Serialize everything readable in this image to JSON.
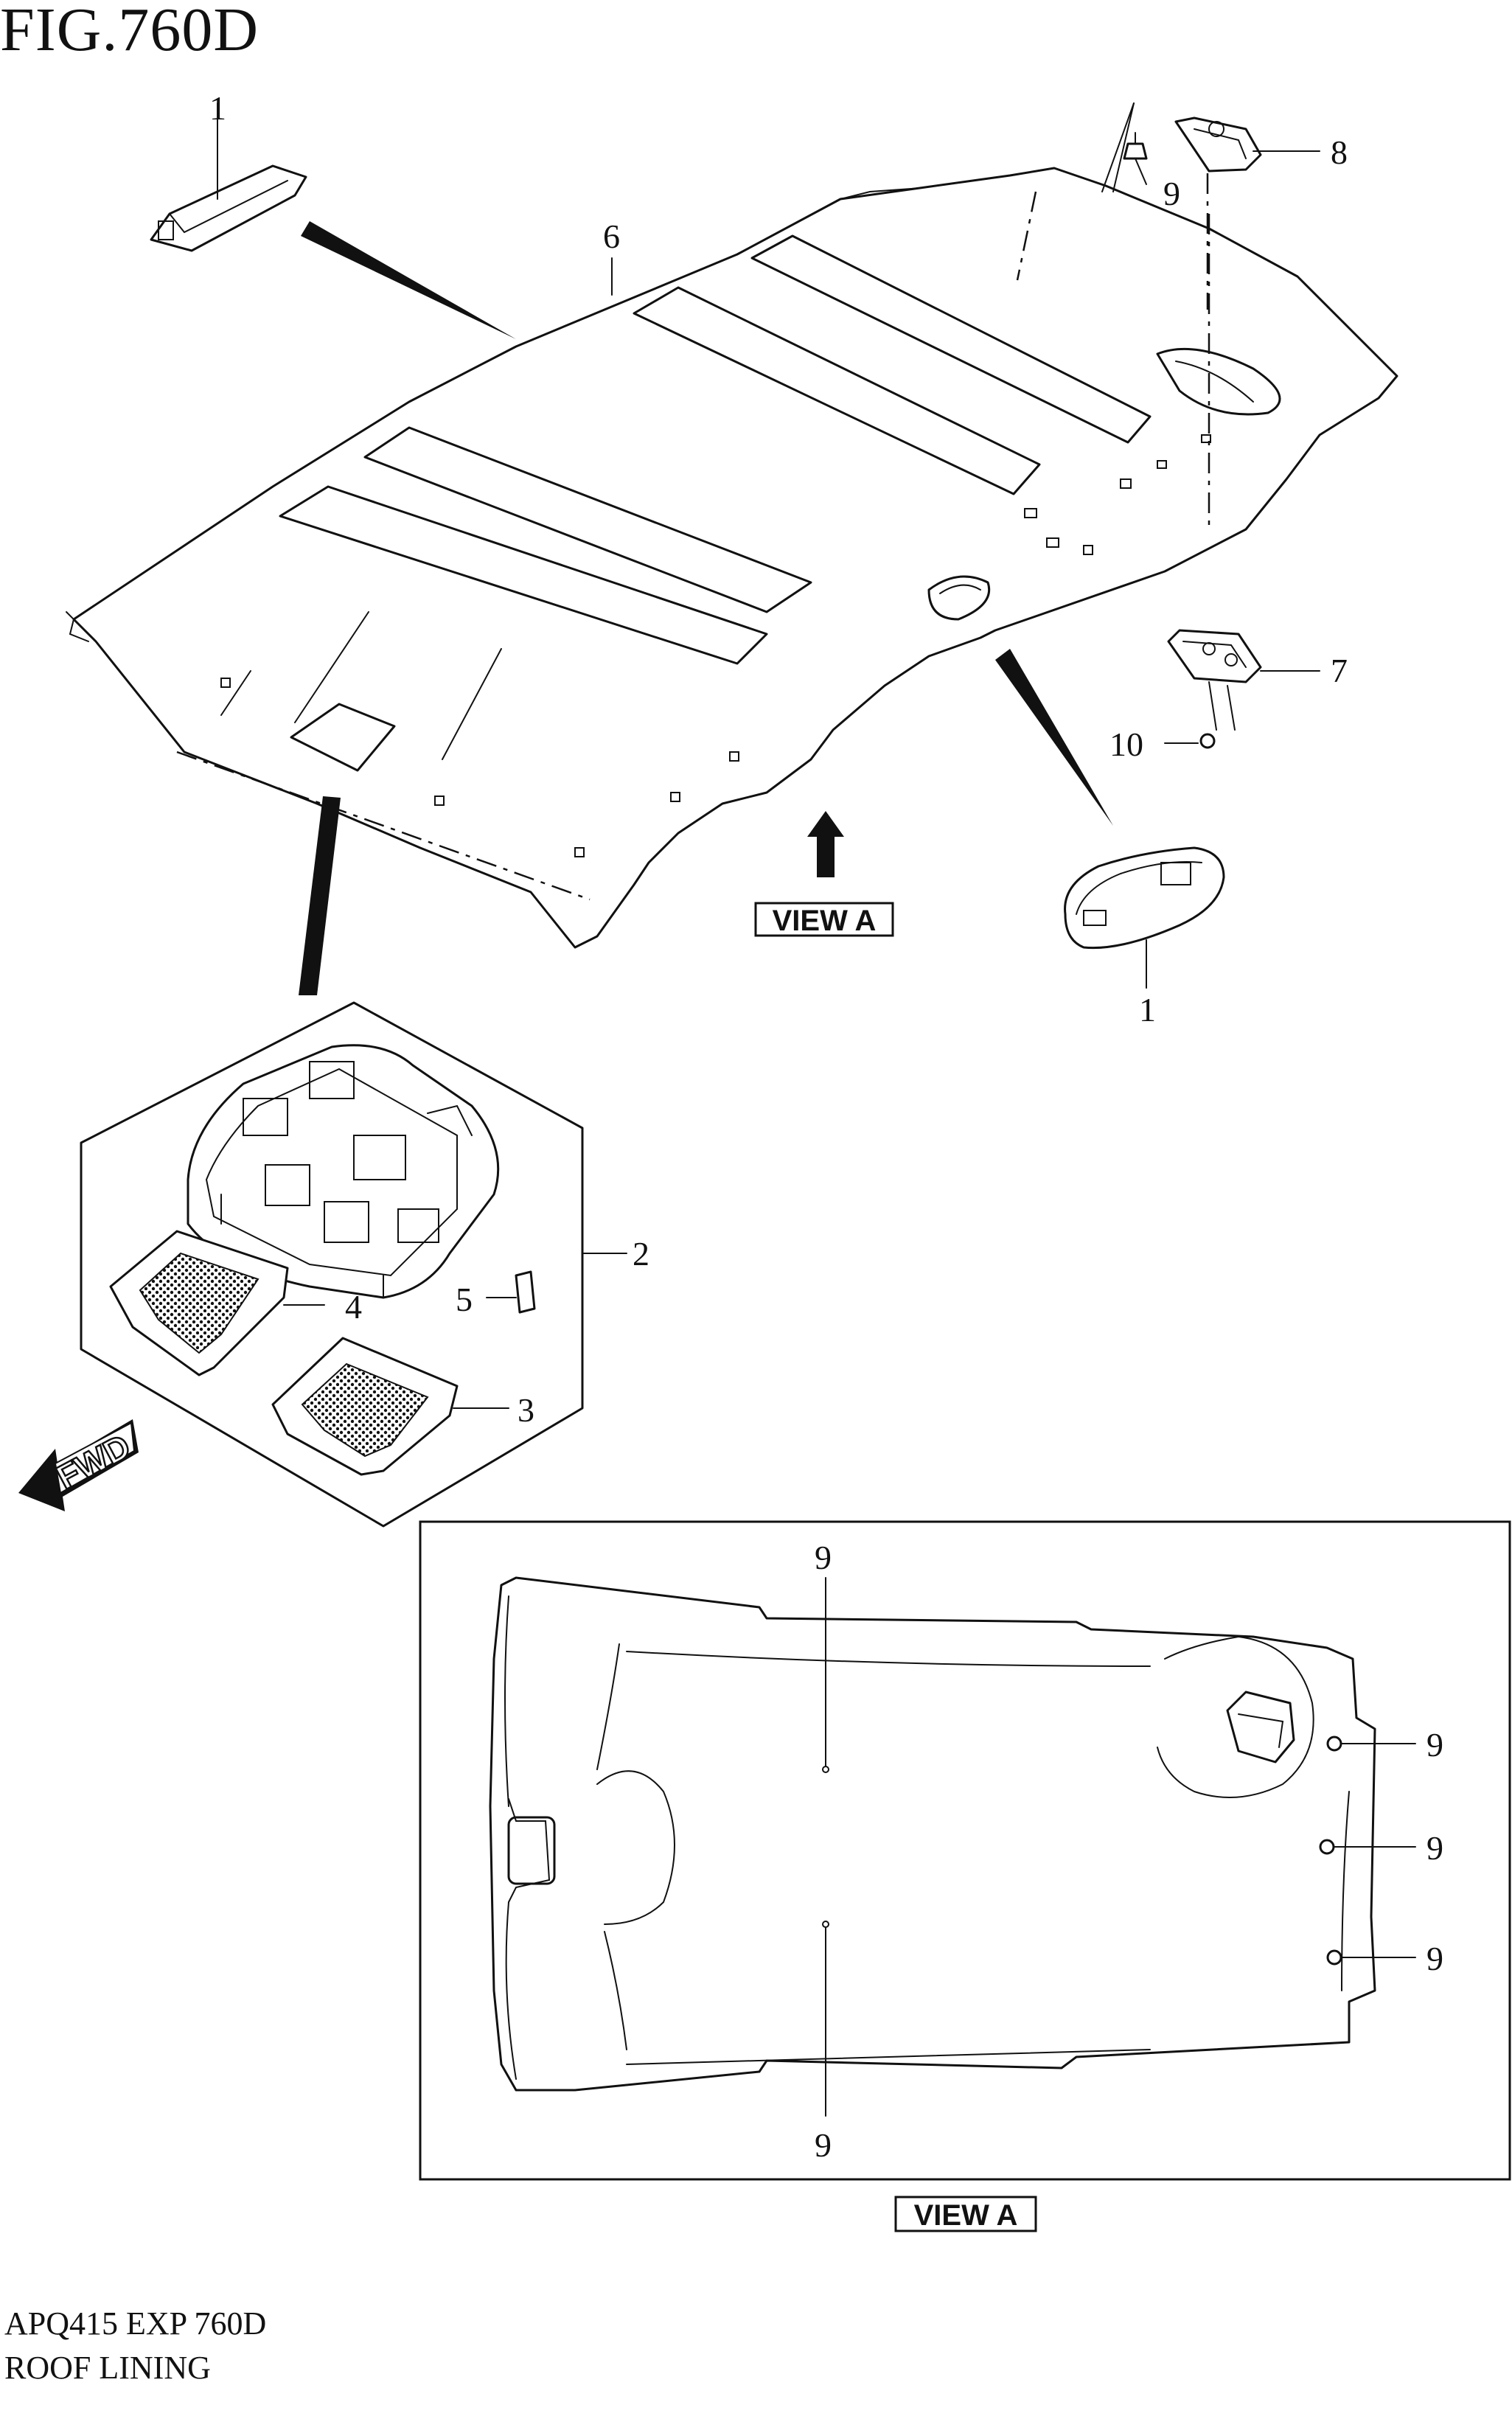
{
  "figure": {
    "title": "FIG.760D",
    "code": "APQ415 EXP 760D",
    "name": "ROOF LINING"
  },
  "view_label": "VIEW A",
  "fwd_label": "FWD",
  "callouts": {
    "c1_top": "1",
    "c1_lamp": "1",
    "c2": "2",
    "c3": "3",
    "c4": "4",
    "c5": "5",
    "c6": "6",
    "c7": "7",
    "c8": "8",
    "c9_top": "9",
    "c10": "10",
    "c9_va_top": "9",
    "c9_va_r1": "9",
    "c9_va_r2": "9",
    "c9_va_r3": "9",
    "c9_va_bottom": "9"
  }
}
